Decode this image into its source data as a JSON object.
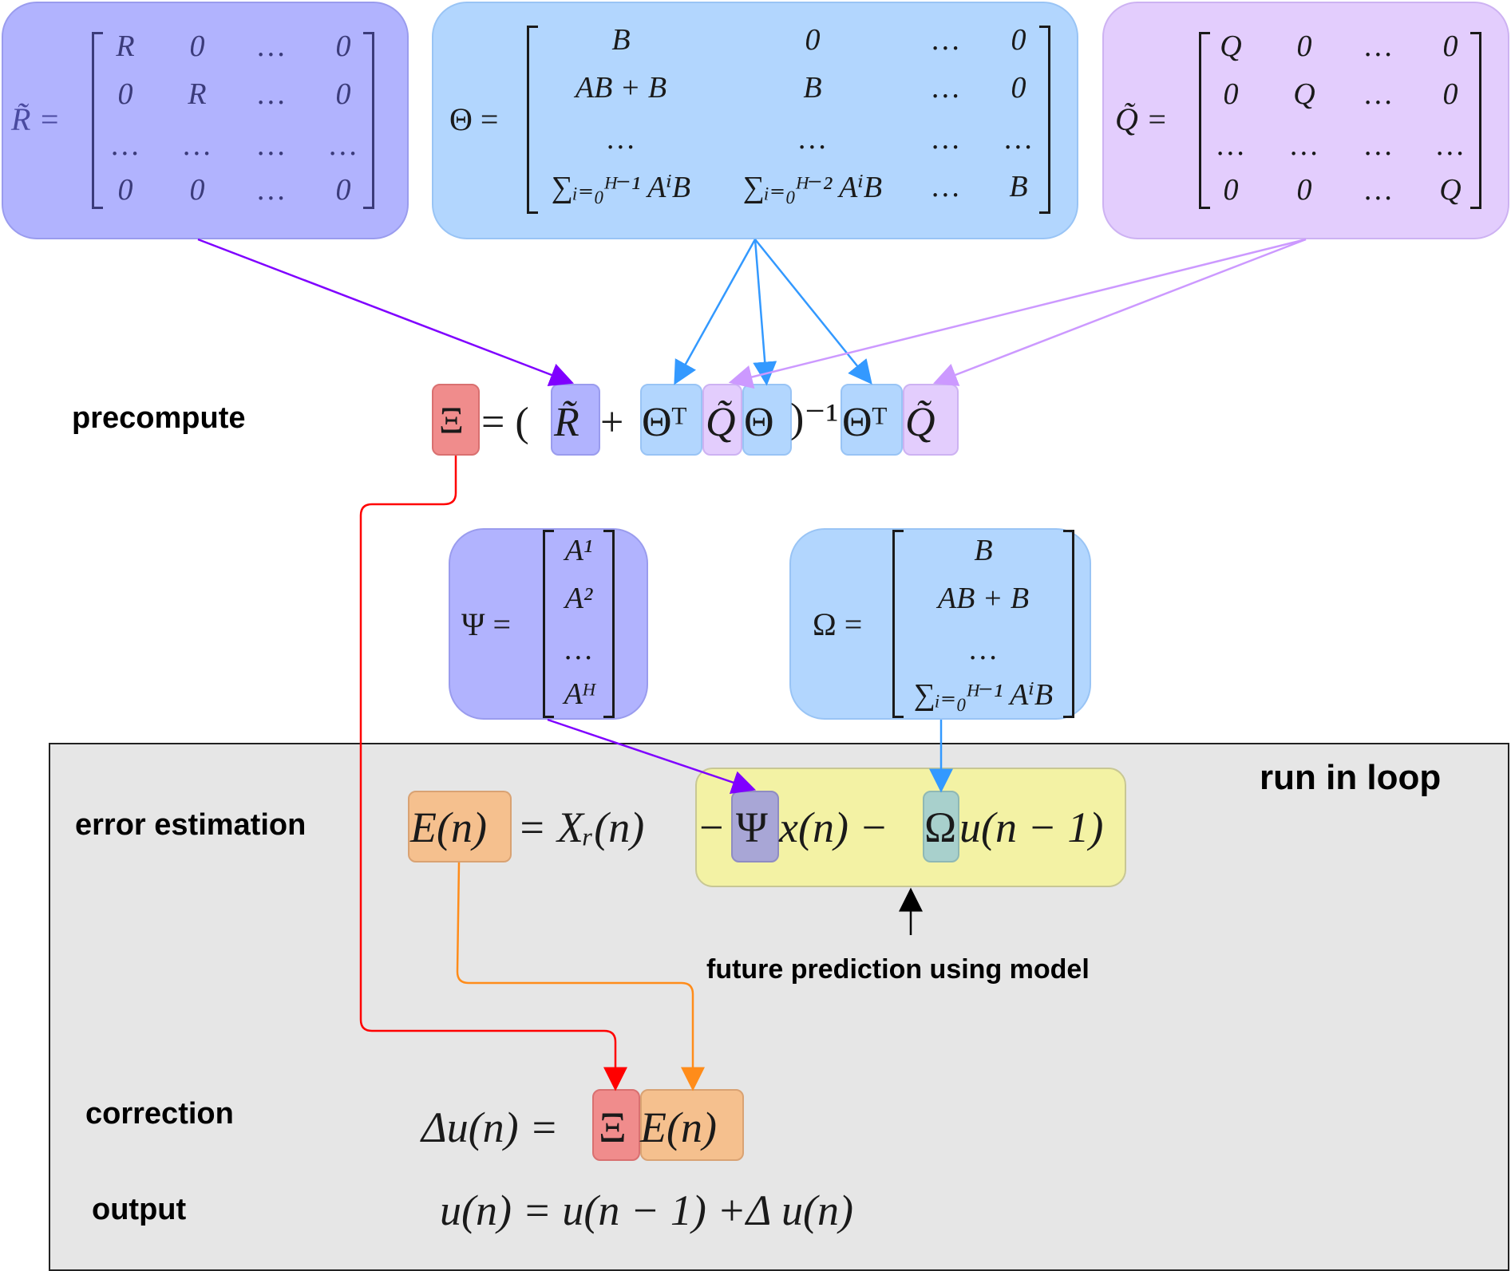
{
  "labels": {
    "precompute": "precompute",
    "error_estimation": "error estimation",
    "correction": "correction",
    "output": "output",
    "run_in_loop": "run in loop",
    "future_prediction": "future prediction using model"
  },
  "matrices": {
    "r_tilde": {
      "lhs": "R̃ =",
      "rows": [
        [
          "R",
          "0",
          "…",
          "0"
        ],
        [
          "0",
          "R",
          "…",
          "0"
        ],
        [
          "…",
          "…",
          "…",
          "…"
        ],
        [
          "0",
          "0",
          "…",
          "0"
        ]
      ]
    },
    "theta": {
      "lhs": "Θ =",
      "rows": [
        [
          "B",
          "0",
          "…",
          "0"
        ],
        [
          "AB + B",
          "B",
          "…",
          "0"
        ],
        [
          "…",
          "…",
          "…",
          "…"
        ],
        [
          "∑ᵢ₌₀ᴴ⁻¹ AⁱB",
          "∑ᵢ₌₀ᴴ⁻² AⁱB",
          "…",
          "B"
        ]
      ]
    },
    "q_tilde": {
      "lhs": "Q̃ =",
      "rows": [
        [
          "Q",
          "0",
          "…",
          "0"
        ],
        [
          "0",
          "Q",
          "…",
          "0"
        ],
        [
          "…",
          "…",
          "…",
          "…"
        ],
        [
          "0",
          "0",
          "…",
          "Q"
        ]
      ]
    },
    "psi": {
      "lhs": "Ψ =",
      "rows": [
        "A¹",
        "A²",
        "…",
        "Aᴴ"
      ]
    },
    "omega": {
      "lhs": "Ω =",
      "rows": [
        "B",
        "AB + B",
        "…",
        "∑ᵢ₌₀ᴴ⁻¹ AⁱB"
      ]
    }
  },
  "equations": {
    "xi": {
      "xi": "Ξ",
      "eq_open": "= (",
      "r": "R̃",
      "plus": "+",
      "theta_t": "Θᵀ",
      "q": "Q̃",
      "theta": "Θ",
      "close_inv": ")⁻¹",
      "theta_t2": "Θᵀ",
      "q2": "Q̃"
    },
    "error": {
      "e": "E(n)",
      "eq": "= Xᵣ(n)",
      "minus1": "−",
      "psi": "Ψ",
      "x": "x(n) −",
      "omega": "Ω",
      "u": "u(n − 1)"
    },
    "correction": {
      "lhs": "Δu(n) =",
      "xi": "Ξ",
      "e": "E(n)"
    },
    "output": {
      "text": "u(n) = u(n − 1) +Δ u(n)"
    }
  },
  "colors": {
    "purple_box": "#b1b3fe",
    "blue_box": "#b2d6fe",
    "lilac_box": "#e3cdfd",
    "red": "#f08c8c",
    "orange": "#f5c08e",
    "yellow": "#f3f2a4",
    "loop_bg": "#e6e6e6",
    "arrow_purple": "#7f00ff",
    "arrow_blue": "#3399ff",
    "arrow_lilac": "#cc99ff",
    "arrow_red": "#ff0000",
    "arrow_orange": "#ff8c1a"
  }
}
